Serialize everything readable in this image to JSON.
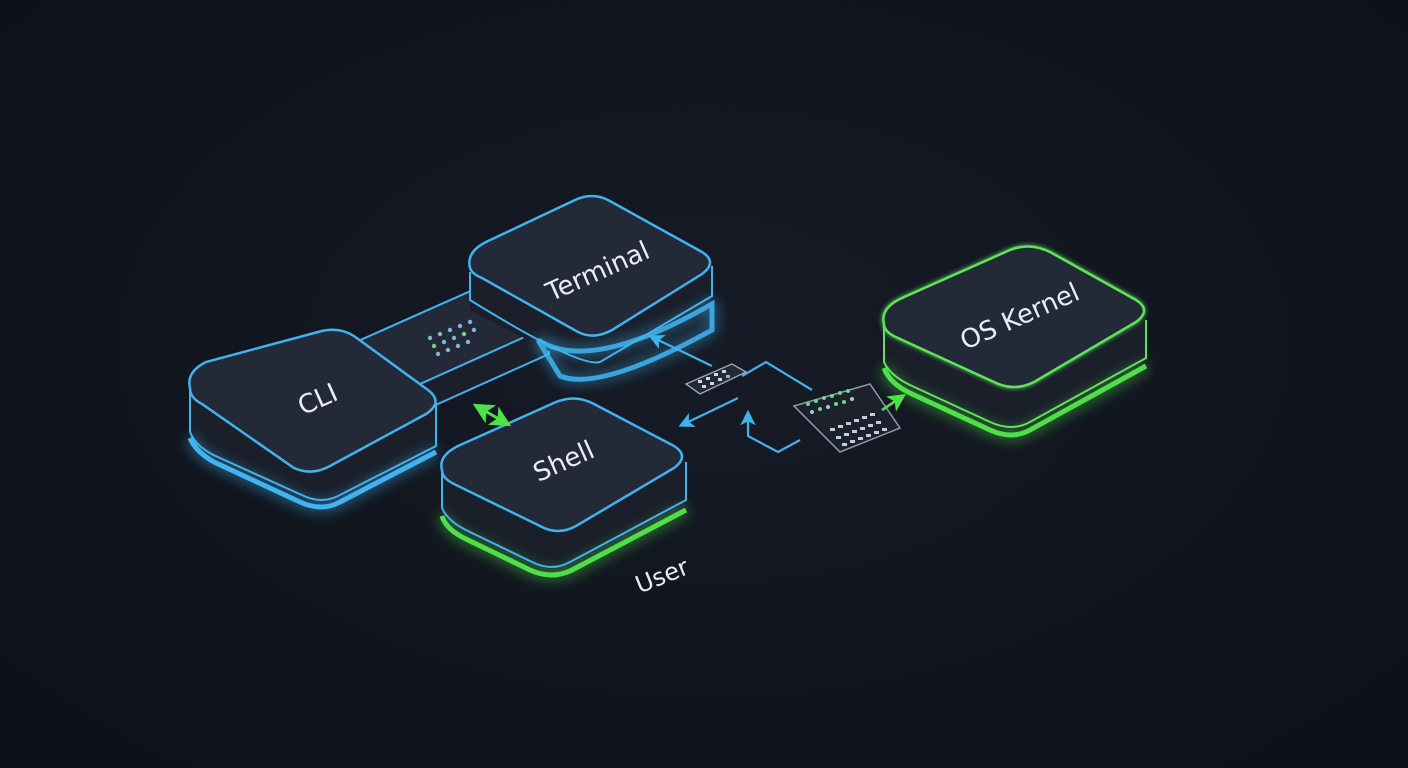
{
  "diagram": {
    "nodes": {
      "cli": {
        "label": "CLI",
        "accent": "#3fb3f0"
      },
      "terminal": {
        "label": "Terminal",
        "accent": "#3fb3f0"
      },
      "shell": {
        "label": "Shell",
        "accent_top": "#3fb3f0",
        "accent_base": "#4fe04a"
      },
      "kernel": {
        "label": "OS Kernel",
        "accent": "#5fe35a"
      }
    },
    "caption": "User",
    "colors": {
      "background": "#11151e",
      "box_face": "#232937",
      "box_side": "#1a1f2a",
      "blue": "#3fb3f0",
      "green": "#4fe04a",
      "text": "#e9edf3"
    }
  }
}
